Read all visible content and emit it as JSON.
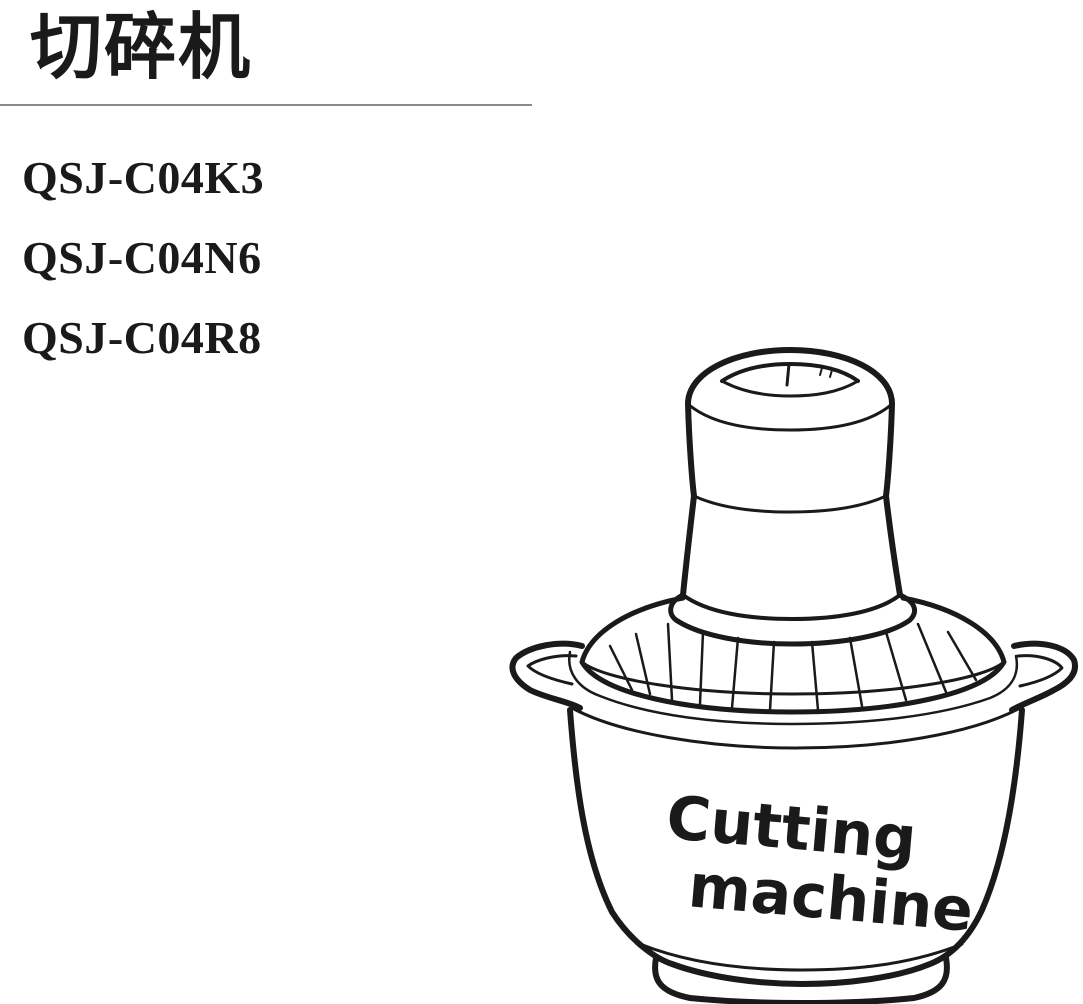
{
  "document": {
    "title": "切碎机",
    "models": [
      "QSJ-C04K3",
      "QSJ-C04N6",
      "QSJ-C04R8"
    ]
  },
  "illustration": {
    "subject": "food-chopper",
    "label_line1": "Cutting",
    "label_line2": "machine"
  },
  "colors": {
    "ink": "#1a1a1a",
    "rule": "#8a8a8a",
    "background": "#ffffff"
  }
}
